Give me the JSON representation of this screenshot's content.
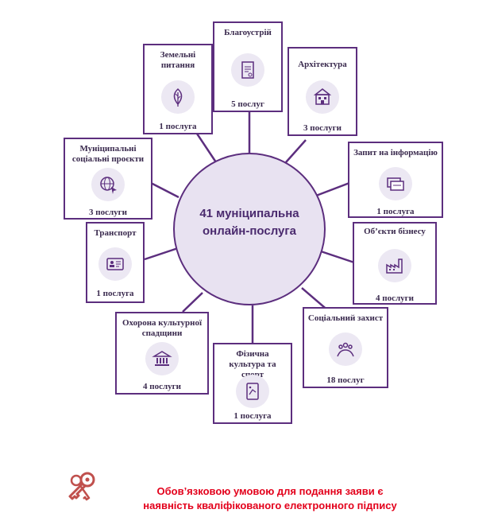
{
  "hub": {
    "line1": "41 муніципальна",
    "line2": "онлайн-послуга"
  },
  "services": [
    {
      "id": "blagoustriy",
      "title": "Благоустрій",
      "count": "5 послуг",
      "icon": "document-icon"
    },
    {
      "id": "arkhitektura",
      "title": "Архітектура",
      "count": "3 послуги",
      "icon": "building-icon"
    },
    {
      "id": "zapyt",
      "title": "Запит на інформацію",
      "count": "1 послуга",
      "icon": "cards-icon"
    },
    {
      "id": "obiekty",
      "title": "Об’єкти бізнесу",
      "count": "4 послуги",
      "icon": "factory-icon"
    },
    {
      "id": "sotsialnyi",
      "title": "Соціальний захист",
      "count": "18 послуг",
      "icon": "people-care-icon"
    },
    {
      "id": "fizychna",
      "title": "Фізична культура та спорт",
      "count": "1 послуга",
      "icon": "tactics-board-icon"
    },
    {
      "id": "okhorona",
      "title": "Охорона культурної спадщини",
      "count": "4 послуги",
      "icon": "museum-icon"
    },
    {
      "id": "transport",
      "title": "Транспорт",
      "count": "1 послуга",
      "icon": "id-card-icon"
    },
    {
      "id": "munitsypalni",
      "title": "Муніципальні соціальні проєкти",
      "count": "3 послуги",
      "icon": "globe-cursor-icon"
    },
    {
      "id": "zemelni",
      "title": "Земельні питання",
      "count": "1 послуга",
      "icon": "leaf-icon"
    }
  ],
  "note": {
    "line1": "Обов’язковою умовою для подання заяви є",
    "line2": "наявність кваліфікованого електронного підпису"
  },
  "colors": {
    "accent": "#5c2e7e",
    "hub_fill": "#e8e2f1",
    "icon_bg": "#ece8f3",
    "note": "#e3001b",
    "key": "#c0504d"
  }
}
